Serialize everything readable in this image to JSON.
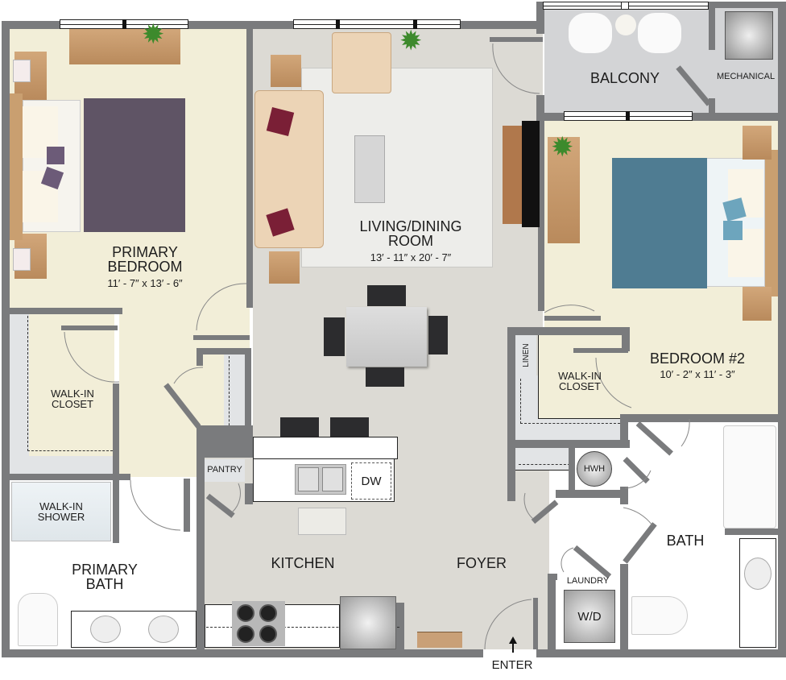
{
  "floorplan": {
    "rooms": {
      "primary_bedroom": {
        "name_line1": "PRIMARY",
        "name_line2": "BEDROOM",
        "dimensions": "11′ - 7″ x 13′ - 6″"
      },
      "living_dining": {
        "name_line1": "LIVING/DINING",
        "name_line2": "ROOM",
        "dimensions": "13′ - 11″ x 20′ - 7″"
      },
      "balcony": {
        "name": "BALCONY"
      },
      "mechanical": {
        "name": "MECHANICAL"
      },
      "bedroom2": {
        "name": "BEDROOM #2",
        "dimensions": "10′ - 2″ x 11′ - 3″"
      },
      "walk_in_closet_primary": {
        "name_line1": "WALK-IN",
        "name_line2": "CLOSET"
      },
      "walk_in_closet_bed2": {
        "name_line1": "WALK-IN",
        "name_line2": "CLOSET"
      },
      "linen": {
        "name": "LINEN"
      },
      "walk_in_shower": {
        "name_line1": "WALK-IN",
        "name_line2": "SHOWER"
      },
      "primary_bath": {
        "name_line1": "PRIMARY",
        "name_line2": "BATH"
      },
      "pantry": {
        "name": "PANTRY"
      },
      "kitchen": {
        "name": "KITCHEN"
      },
      "foyer": {
        "name": "FOYER"
      },
      "bath": {
        "name": "BATH"
      },
      "laundry": {
        "name": "LAUNDRY"
      }
    },
    "appliances": {
      "dishwasher": "DW",
      "hot_water_heater": "HWH",
      "washer_dryer": "W/D"
    },
    "entrance": {
      "label": "ENTER"
    },
    "colors": {
      "wall": "#7a7b7d",
      "bedroom_floor": "#f2eed8",
      "common_floor": "#dcdad4",
      "balcony_floor": "#d3d4d6",
      "primary_bed_cover": "#5f5465",
      "bed2_cover": "#4f7c92",
      "accent_pillow": "#7a1f36"
    }
  }
}
